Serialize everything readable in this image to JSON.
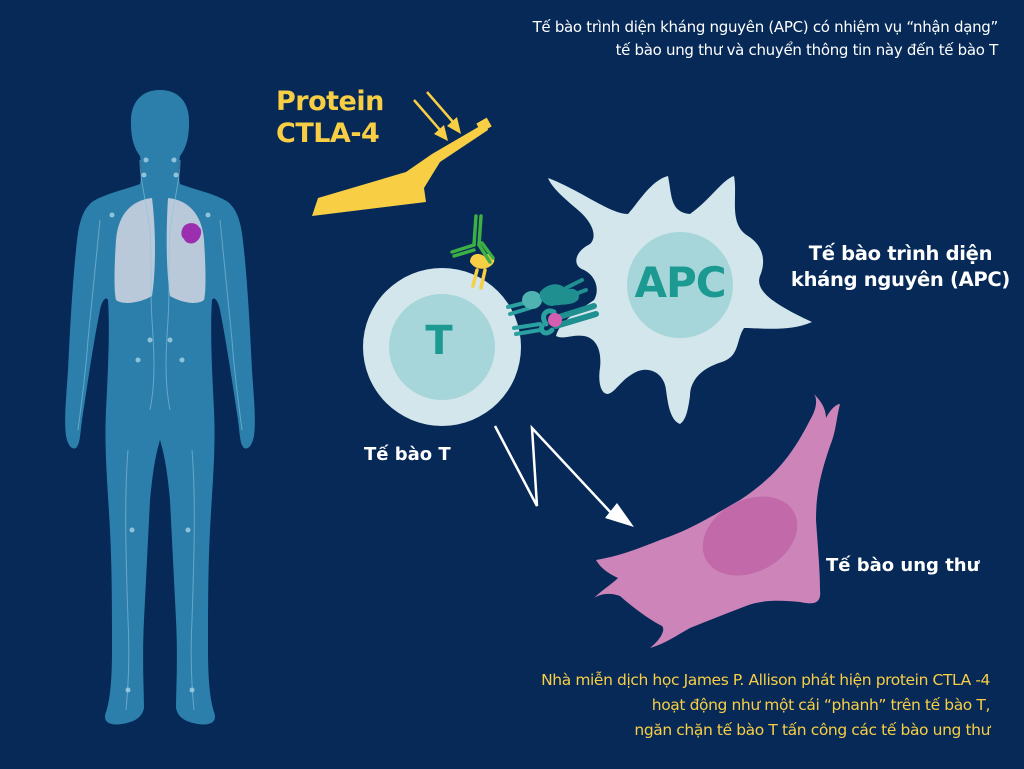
{
  "colors": {
    "background": "#062957",
    "body_silhouette": "#2c7fab",
    "lungs": "#d2d6e0",
    "tumor": "#9b2fb0",
    "protein_yellow": "#f8ce45",
    "cell_light": "#d2e6ec",
    "cell_nucleus": "#a6d6d9",
    "cell_letter": "#1c9a92",
    "receptor_teal": "#1f8f8f",
    "antibody_green": "#3cb045",
    "antigen_pink": "#d45fb1",
    "cancer_cell": "#cd85b9",
    "cancer_nucleus": "#c26aa9",
    "text_white": "#ffffff"
  },
  "captions": {
    "top": {
      "line1": "Tế bào trình diện kháng nguyên (APC) có nhiệm vụ “nhận dạng”",
      "line2": "tế bào ung thư và chuyển thông tin này đến tế bào T"
    },
    "bottom": {
      "line1": "Nhà miễn dịch học James P. Allison phát hiện protein CTLA -4",
      "line2": "hoạt động như một cái “phanh” trên tế bào T,",
      "line3": "ngăn chặn tế bào T tấn công các tế bào ung thư"
    }
  },
  "labels": {
    "protein": {
      "line1": "Protein",
      "line2": "CTLA-4"
    },
    "apc": {
      "line1": "Tế bào trình diện",
      "line2": "kháng nguyên (APC)"
    },
    "t_cell": "Tế bào T",
    "cancer_cell": "Tế bào ung thư"
  },
  "cells": {
    "t_cell_letter": "T",
    "apc_letter": "APC"
  },
  "icons": {
    "human_body": "human-body-lymphatic-illustration",
    "brake_pedal": "brake-pedal-icon",
    "press_arrows": "double-arrow-icon",
    "antibody": "antibody-icon",
    "receptor_complex": "receptor-binding-icon",
    "attack_arrow": "zigzag-arrow-icon"
  }
}
